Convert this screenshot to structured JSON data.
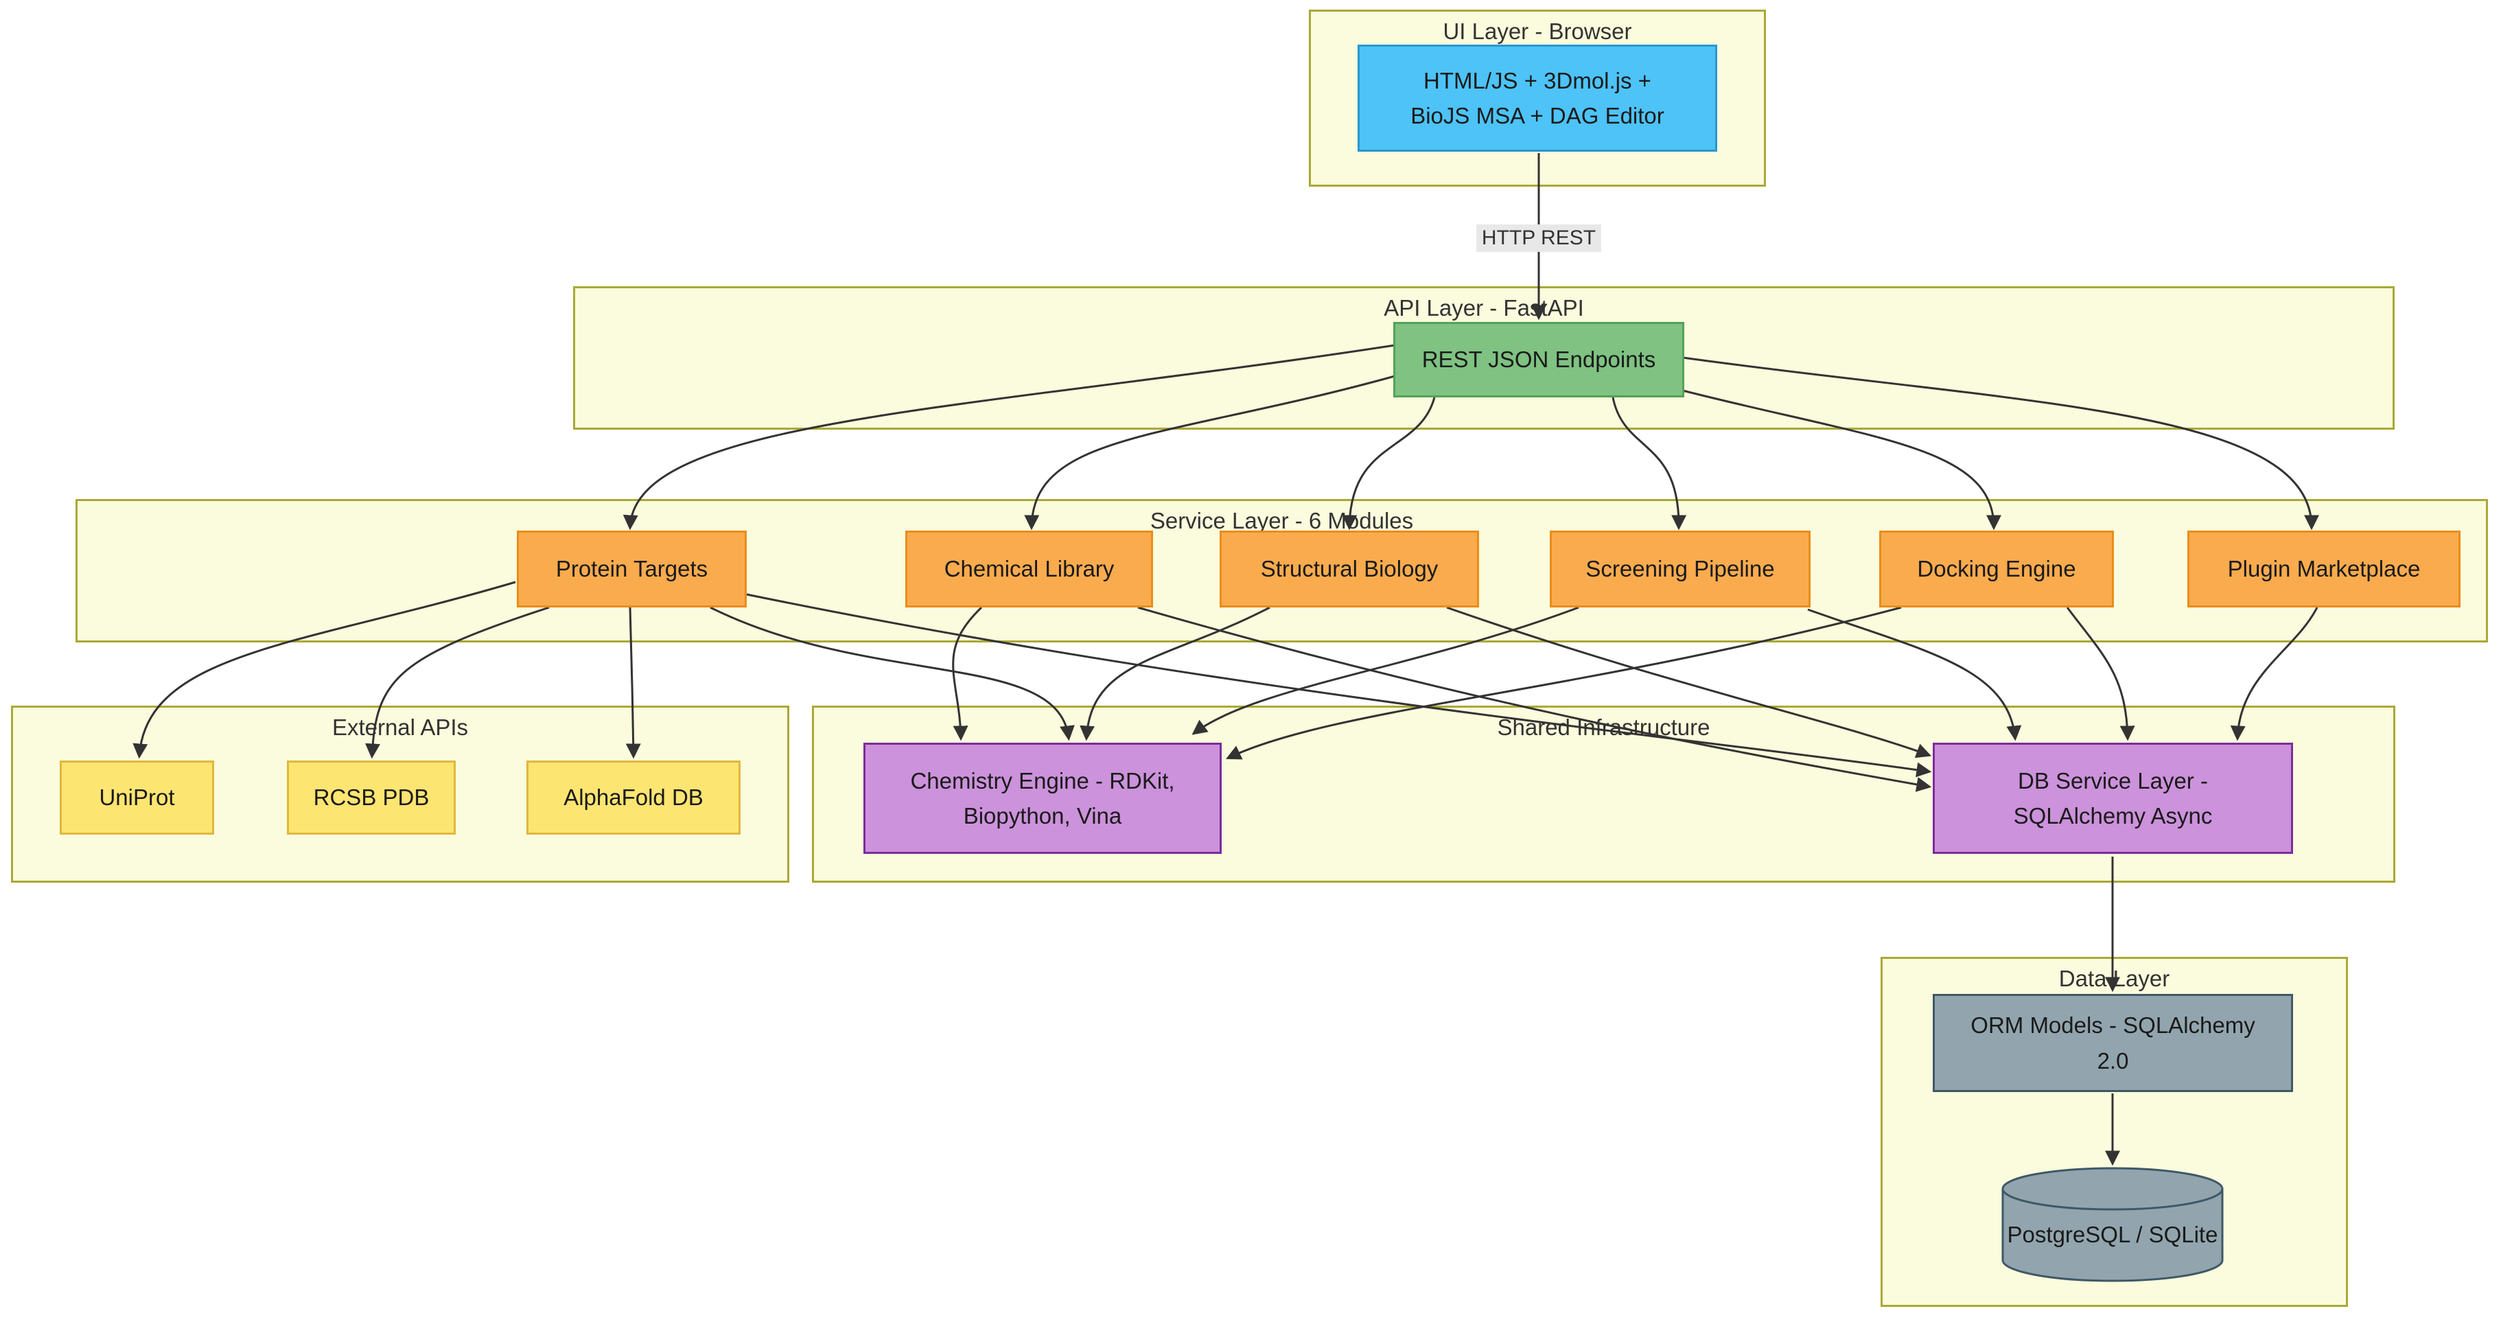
{
  "clusters": {
    "ui": {
      "label": "UI Layer - Browser"
    },
    "api": {
      "label": "API Layer - FastAPI"
    },
    "service": {
      "label": "Service Layer - 6 Modules"
    },
    "external": {
      "label": "External APIs"
    },
    "shared": {
      "label": "Shared Infrastructure"
    },
    "data": {
      "label": "Data Layer"
    }
  },
  "nodes": {
    "ui_app": {
      "label": "HTML/JS + 3Dmol.js +\nBioJS MSA + DAG Editor"
    },
    "rest": {
      "label": "REST JSON Endpoints"
    },
    "protein": {
      "label": "Protein Targets"
    },
    "chemical": {
      "label": "Chemical Library"
    },
    "structural": {
      "label": "Structural Biology"
    },
    "screening": {
      "label": "Screening Pipeline"
    },
    "docking": {
      "label": "Docking Engine"
    },
    "plugin": {
      "label": "Plugin Marketplace"
    },
    "uniprot": {
      "label": "UniProt"
    },
    "rcsb": {
      "label": "RCSB PDB"
    },
    "alphafold": {
      "label": "AlphaFold DB"
    },
    "chemistry": {
      "label": "Chemistry Engine - RDKit,\nBiopython, Vina"
    },
    "db": {
      "label": "DB Service Layer -\nSQLAlchemy Async"
    },
    "orm": {
      "label": "ORM Models - SQLAlchemy\n2.0"
    },
    "postgres": {
      "label": "PostgreSQL / SQLite"
    }
  },
  "edge_label": "HTTP REST",
  "connections": [
    {
      "from": "ui_app",
      "to": "rest",
      "label": "HTTP REST"
    },
    {
      "from": "rest",
      "to": "protein"
    },
    {
      "from": "rest",
      "to": "chemical"
    },
    {
      "from": "rest",
      "to": "structural"
    },
    {
      "from": "rest",
      "to": "screening"
    },
    {
      "from": "rest",
      "to": "docking"
    },
    {
      "from": "rest",
      "to": "plugin"
    },
    {
      "from": "protein",
      "to": "uniprot"
    },
    {
      "from": "protein",
      "to": "rcsb"
    },
    {
      "from": "protein",
      "to": "alphafold"
    },
    {
      "from": "protein",
      "to": "chemistry"
    },
    {
      "from": "protein",
      "to": "db"
    },
    {
      "from": "chemical",
      "to": "chemistry"
    },
    {
      "from": "chemical",
      "to": "db"
    },
    {
      "from": "structural",
      "to": "chemistry"
    },
    {
      "from": "structural",
      "to": "db"
    },
    {
      "from": "screening",
      "to": "chemistry"
    },
    {
      "from": "screening",
      "to": "db"
    },
    {
      "from": "docking",
      "to": "chemistry"
    },
    {
      "from": "docking",
      "to": "db"
    },
    {
      "from": "plugin",
      "to": "db"
    },
    {
      "from": "db",
      "to": "orm"
    },
    {
      "from": "orm",
      "to": "postgres"
    }
  ],
  "colors": {
    "cluster_fill": "#fbfbdd",
    "cluster_border": "#a9a936",
    "ui_fill": "#4dc3f7",
    "ui_border": "#2b95cf",
    "rest_fill": "#7fc282",
    "rest_border": "#54a257",
    "module_fill": "#faab4e",
    "module_border": "#e88d1a",
    "external_fill": "#fde572",
    "external_border": "#e0b73c",
    "infra_fill": "#cc92db",
    "infra_border": "#7b2c9e",
    "data_fill": "#92a5ae",
    "data_border": "#3f5866",
    "edge": "#333333",
    "edge_label_bg": "#e8e8e8"
  }
}
